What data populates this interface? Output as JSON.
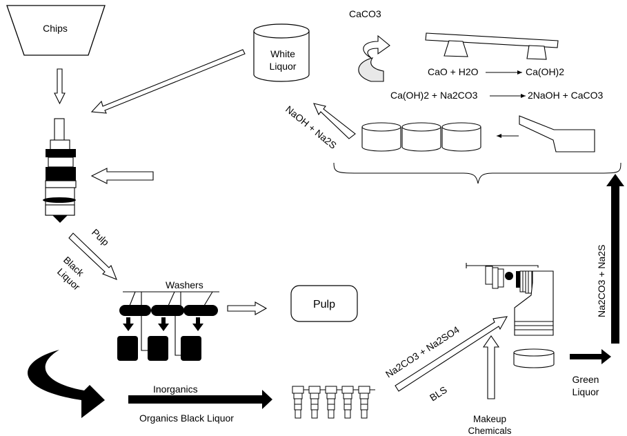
{
  "diagram": {
    "chips": "Chips",
    "white_liquor_line1": "White",
    "white_liquor_line2": "Liquor",
    "caco3": "CaCO3",
    "reaction_1_left": "CaO + H2O",
    "reaction_1_right": "Ca(OH)2",
    "reaction_2_left": "Ca(OH)2 + Na2CO3",
    "reaction_2_right": "2NaOH + CaCO3",
    "naoh_na2s": "NaOH + Na2S",
    "pulp_arrow": "Pulp",
    "black_liquor_line1": "Black",
    "black_liquor_line2": "Liquor",
    "washers": "Washers",
    "pulp_box": "Pulp",
    "inorganics": "Inorganics",
    "organics_black_liquor": "Organics Black Liquor",
    "na2co3_na2so4": "Na2CO3 + Na2SO4",
    "bls": "BLS",
    "makeup_line1": "Makeup",
    "makeup_line2": "Chemicals",
    "green_line1": "Green",
    "green_line2": "Liquor",
    "na2co3_na2s": "Na2CO3 + Na2S"
  }
}
